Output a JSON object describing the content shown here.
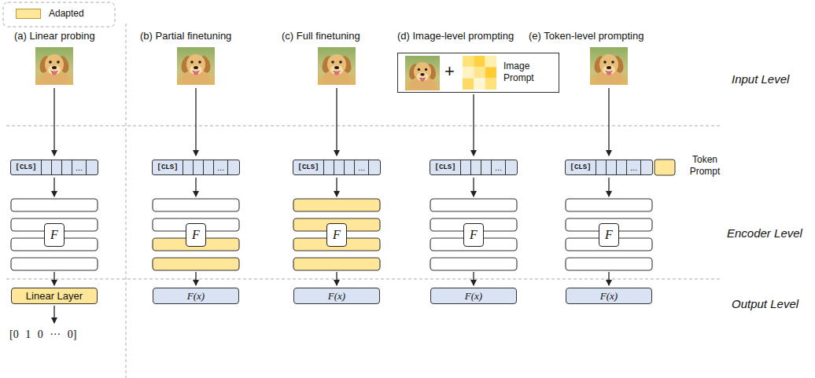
{
  "diagram": {
    "nodes": [
      {
        "text": [
          "+",
          "Image Prompt"
        ]
      },
      {
        "text": [
          "[CLS]",
          "..."
        ]
      },
      {
        "text": [
          "[CLS]",
          "..."
        ]
      },
      {
        "text": [
          "[CLS]",
          "..."
        ]
      },
      {
        "text": [
          "[CLS]",
          "..."
        ]
      },
      {
        "text": [
          "[CLS]",
          "..."
        ]
      },
      {
        "text": [
          "F"
        ]
      },
      {
        "text": [
          "F"
        ]
      },
      {
        "text": [
          "F"
        ]
      },
      {
        "text": [
          "F"
        ]
      },
      {
        "text": [
          "F"
        ]
      },
      {
        "text": [
          "Linear Layer"
        ]
      },
      {
        "text": [
          "F(x)"
        ]
      },
      {
        "text": [
          "F(x)"
        ]
      },
      {
        "text": [
          "F(x)"
        ]
      },
      {
        "text": [
          "F(x)"
        ]
      }
    ],
    "labels": [
      "(a) Linear probing",
      "(b) Partial finetuning",
      "(c) Full finetuning",
      "(d) Image-level prompting",
      "(e) Token-level prompting",
      "Input Level",
      "Token Prompt",
      "Encoder Level",
      "Output Level",
      "[0 1 0 ··· 0]"
    ],
    "legend": [
      {
        "text": "Adapted",
        "color": "#FFE699"
      }
    ]
  }
}
